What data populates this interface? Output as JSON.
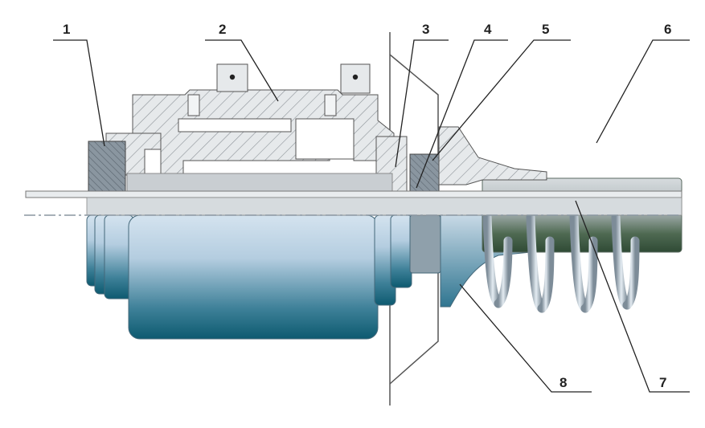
{
  "diagram": {
    "callouts": [
      {
        "id": "1",
        "label": "1"
      },
      {
        "id": "2",
        "label": "2"
      },
      {
        "id": "3",
        "label": "3"
      },
      {
        "id": "4",
        "label": "4"
      },
      {
        "id": "5",
        "label": "5"
      },
      {
        "id": "6",
        "label": "6"
      },
      {
        "id": "7",
        "label": "7"
      },
      {
        "id": "8",
        "label": "8"
      }
    ]
  },
  "colors": {
    "body_dark": "#0e5a72",
    "body_light": "#cfe0ee",
    "section_fill": "#e4e8ea",
    "hatch_line": "#8a9196",
    "dark_part": "#7b8790",
    "cable_green": "#3d5a44",
    "spring": "#9aa7b1",
    "line": "#222222"
  }
}
